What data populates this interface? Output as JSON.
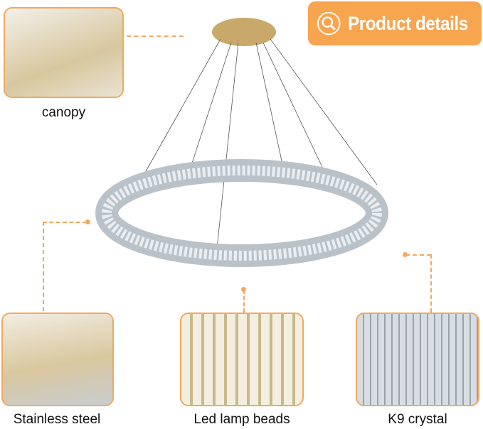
{
  "badge": {
    "label": "Product details",
    "icon": "search-icon",
    "color": "#f7a54f"
  },
  "insets": {
    "canopy": "canopy",
    "steel": "Stainless steel",
    "beads": "Led lamp beads",
    "crystal": "K9 crystal"
  },
  "colors": {
    "accent": "#f2a860",
    "gold": "#c9a96a"
  }
}
